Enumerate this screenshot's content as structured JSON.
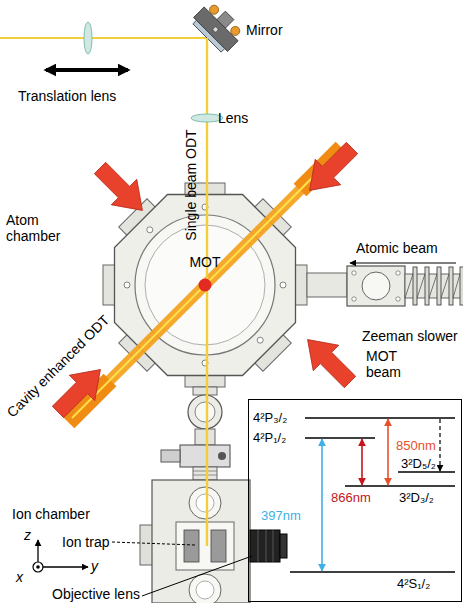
{
  "diagram": {
    "nodes": [
      {
        "text": [
          "4²P₃/₂",
          "4²P₁/₂",
          "3²D₅/₂",
          "3²D₃/₂",
          "4²S₁/₂",
          "850nm",
          "866nm",
          "397nm"
        ]
      }
    ],
    "labels": [
      "Translation lens",
      "Mirror",
      "Lens",
      "Single beam ODT",
      "Atom chamber",
      "MOT",
      "Atomic beam",
      "Zeeman slower",
      "Cavity enhanced ODT",
      "MOT beam",
      "Ion chamber",
      "Ion trap",
      "Objective lens",
      "z",
      "y",
      "x"
    ]
  }
}
